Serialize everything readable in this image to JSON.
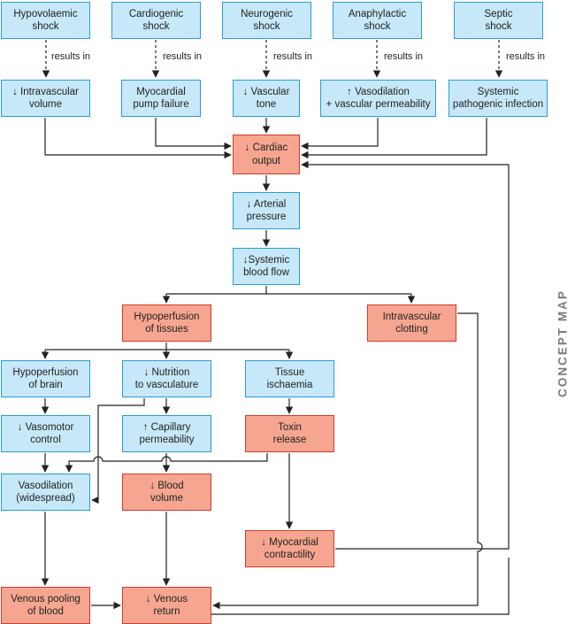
{
  "side_label": "CONCEPT MAP",
  "colors": {
    "blue_fill": "#c6e8f8",
    "blue_border": "#2a9bd6",
    "red_fill": "#f6a690",
    "red_border": "#d33a2c",
    "line": "#222222"
  },
  "shock_types": [
    {
      "line1": "Hypovolaemic",
      "line2": "shock"
    },
    {
      "line1": "Cardiogenic",
      "line2": "shock"
    },
    {
      "line1": "Neurogenic",
      "line2": "shock"
    },
    {
      "line1": "Anaphylactic",
      "line2": "shock"
    },
    {
      "line1": "Septic",
      "line2": "shock"
    }
  ],
  "results_in": "results in",
  "effects": [
    {
      "line1": "↓ Intravascular",
      "line2": "volume"
    },
    {
      "line1": "Myocardial",
      "line2": "pump failure"
    },
    {
      "line1": "↓ Vascular",
      "line2": "tone"
    },
    {
      "line1": "↑ Vasodilation",
      "line2": "+ vascular permeability"
    },
    {
      "line1": "Systemic",
      "line2": "pathogenic infection"
    }
  ],
  "cardiac_output": {
    "line1": "↓ Cardiac",
    "line2": "output"
  },
  "arterial_pressure": {
    "line1": "↓ Arterial",
    "line2": "pressure"
  },
  "systemic_blood_flow": {
    "line1": "↓Systemic",
    "line2": "blood flow"
  },
  "hypoperfusion_tissues": {
    "line1": "Hypoperfusion",
    "line2": "of tissues"
  },
  "intravascular_clotting": {
    "line1": "Intravascular",
    "line2": "clotting"
  },
  "hypoperfusion_brain": {
    "line1": "Hypoperfusion",
    "line2": "of brain"
  },
  "nutrition_vasculature": {
    "line1": "↓ Nutrition",
    "line2": "to vasculature"
  },
  "tissue_ischaemia": {
    "line1": "Tissue",
    "line2": "ischaemia"
  },
  "vasomotor_control": {
    "line1": "↓ Vasomotor",
    "line2": "control"
  },
  "capillary_permeability": {
    "line1": "↑ Capillary",
    "line2": "permeability"
  },
  "toxin_release": {
    "line1": "Toxin",
    "line2": "release"
  },
  "vasodilation": {
    "line1": "Vasodilation",
    "line2": "(widespread)"
  },
  "blood_volume": {
    "line1": "↓ Blood",
    "line2": "volume"
  },
  "myocardial_contractility": {
    "line1": "↓ Myocardial",
    "line2": "contractility"
  },
  "venous_pooling": {
    "line1": "Venous pooling",
    "line2": "of blood"
  },
  "venous_return": {
    "line1": "↓ Venous",
    "line2": "return"
  }
}
